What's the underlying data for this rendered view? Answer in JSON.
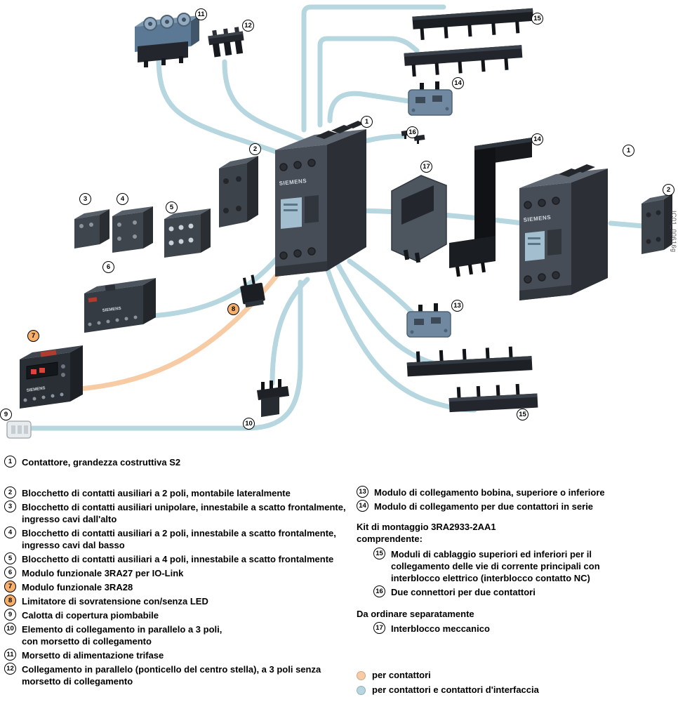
{
  "brand": "SIEMENS",
  "figure_id": "IC01_00616g",
  "nums": {
    "n1": "1",
    "n2": "2",
    "n3": "3",
    "n4": "4",
    "n5": "5",
    "n6": "6",
    "n7": "7",
    "n8": "8",
    "n9": "9",
    "n10": "10",
    "n11": "11",
    "n12": "12",
    "n13": "13",
    "n14": "14",
    "n15": "15",
    "n16": "16",
    "n17": "17"
  },
  "legend_left": [
    {
      "num": "1",
      "text": "Contattore, grandezza costruttiva S2"
    },
    {
      "num": "2",
      "text": "Blocchetto di contatti ausiliari a 2 poli, montabile lateralmente"
    },
    {
      "num": "3",
      "text": "Blocchetto di contatti ausiliari unipolare, innestabile a scatto frontalmente,\ningresso cavi dall'alto"
    },
    {
      "num": "4",
      "text": "Blocchetto di contatti ausiliari a 2 poli, innestabile a scatto frontalmente,\ningresso cavi dal basso"
    },
    {
      "num": "5",
      "text": "Blocchetto di contatti ausiliari a 4 poli, innestabile a scatto frontalmente"
    },
    {
      "num": "6",
      "text": "Modulo funzionale 3RA27 per IO-Link"
    },
    {
      "num": "7",
      "text": "Modulo funzionale 3RA28"
    },
    {
      "num": "8",
      "text": "Limitatore di sovratensione con/senza LED"
    },
    {
      "num": "9",
      "text": "Calotta di copertura piombabile"
    },
    {
      "num": "10",
      "text": "Elemento di collegamento in parallelo a 3 poli,\ncon morsetto di collegamento"
    },
    {
      "num": "11",
      "text": "Morsetto di alimentazione trifase"
    },
    {
      "num": "12",
      "text": "Collegamento in parallelo (ponticello del centro stella), a 3 poli senza\nmorsetto di collegamento"
    }
  ],
  "legend_right": {
    "item13": {
      "num": "13",
      "text": "Modulo di collegamento bobina, superiore o inferiore"
    },
    "item14": {
      "num": "14",
      "text": "Modulo di collegamento per due contattori in serie"
    },
    "kit_title": "Kit di montaggio 3RA2933-2AA1",
    "kit_subtitle": "comprendente:",
    "item15": {
      "num": "15",
      "text": "Moduli di cablaggio superiori ed inferiori per il\ncollegamento delle vie di corrente principali con\ninterblocco elettrico (interblocco contatto NC)"
    },
    "item16": {
      "num": "16",
      "text": "Due connettori per due contattori"
    },
    "separate_title": "Da ordinare separatamente",
    "item17": {
      "num": "17",
      "text": "Interblocco meccanico"
    }
  },
  "color_key": {
    "orange_label": "per contattori",
    "blue_label": "per contattori e contattori d'interfaccia"
  },
  "colors": {
    "line_blue": "#b6d6e0",
    "line_orange": "#f7cba4",
    "badge_accent": "#f7b06a"
  }
}
